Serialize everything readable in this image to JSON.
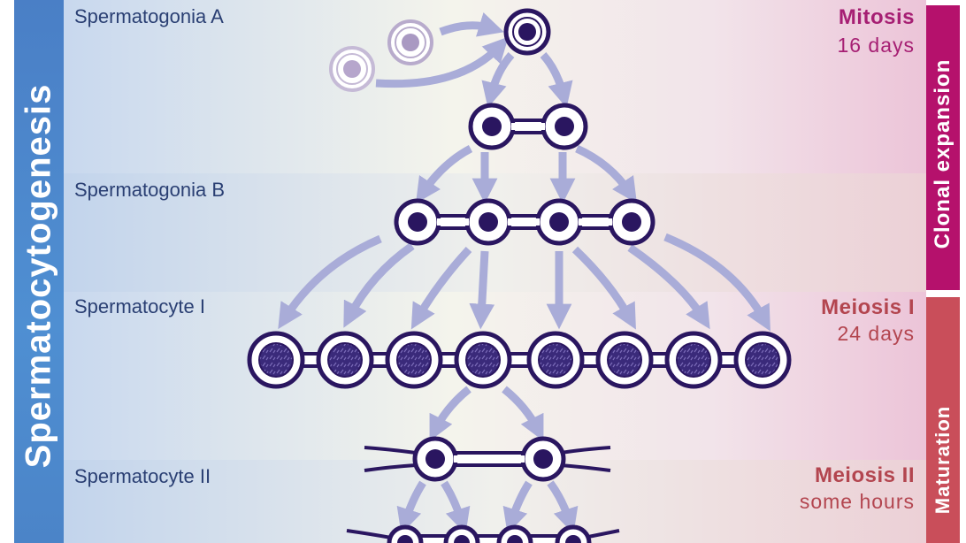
{
  "side_label": "Spermatocytogenesis",
  "stages": {
    "spermatogonia_a": "Spermatogonia A",
    "spermatogonia_b": "Spermatogonia B",
    "spermatocyte_1": "Spermatocyte I",
    "spermatocyte_2": "Spermatocyte II"
  },
  "phases": {
    "mitosis": {
      "label": "Mitosis",
      "duration": "16 days"
    },
    "meiosis_1": {
      "label": "Meiosis I",
      "duration": "24 days"
    },
    "meiosis_2": {
      "label": "Meiosis II",
      "duration": "some hours"
    }
  },
  "right_bars": {
    "top": "Clonal expansion",
    "bottom": "Maturation"
  },
  "colors": {
    "cell_outline": "#2a1660",
    "cell_nucleus": "#2a1660",
    "arrow": "#a9acd8",
    "blue_bar": "#4a7fc6",
    "magenta_bar": "#b5116c",
    "rose_bar": "#c94e5a"
  }
}
